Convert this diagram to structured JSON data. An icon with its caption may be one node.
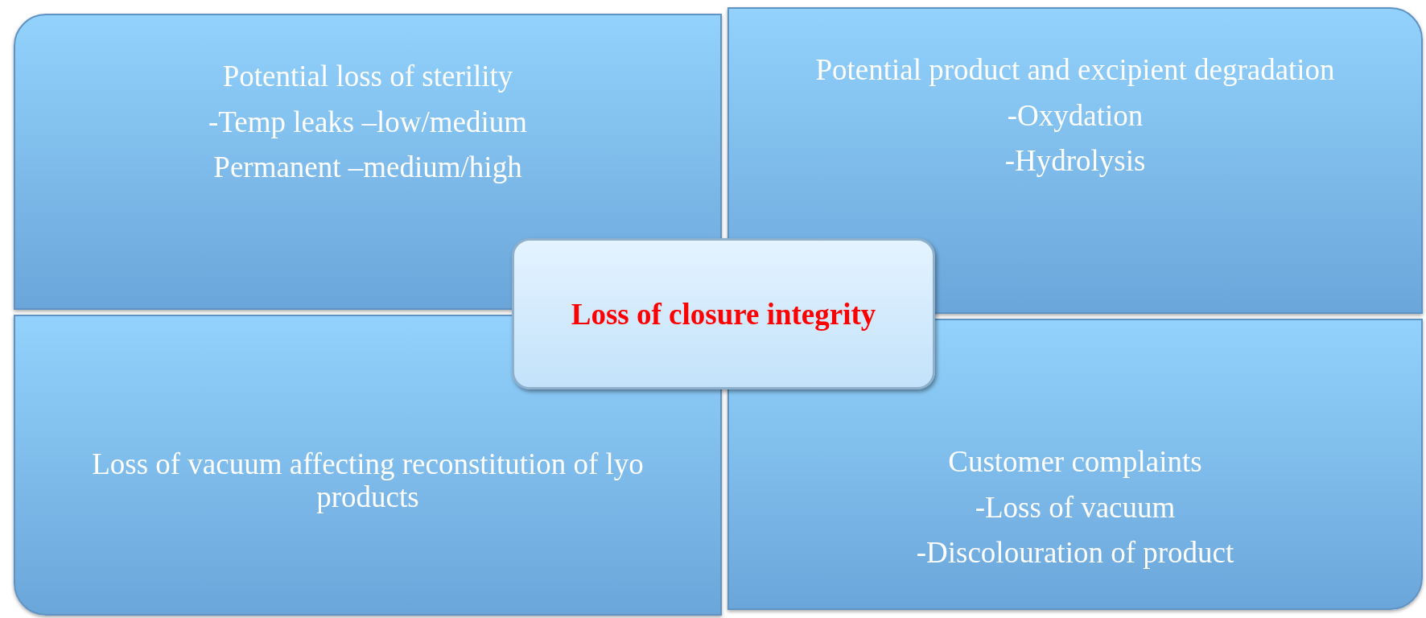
{
  "diagram": {
    "nodes": [
      {
        "text": [
          "Potential loss of sterility",
          "-Temp leaks –low/medium",
          "Permanent –medium/high"
        ]
      },
      {
        "text": [
          "Potential product and excipient degradation",
          "-Oxydation",
          "-Hydrolysis"
        ]
      },
      {
        "text": [
          "Loss of vacuum affecting reconstitution of lyo products"
        ]
      },
      {
        "text": [
          "Customer complaints",
          "-Loss of vacuum",
          "-Discolouration of product"
        ]
      },
      {
        "text": [
          "Loss of closure integrity"
        ]
      }
    ]
  }
}
